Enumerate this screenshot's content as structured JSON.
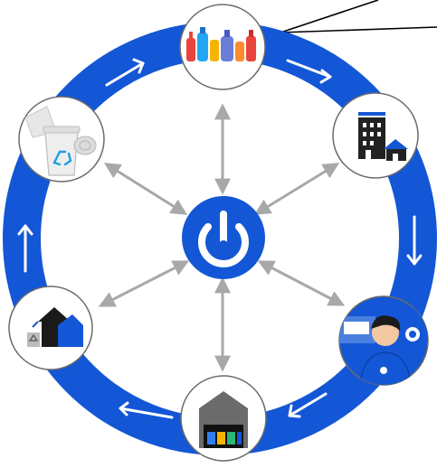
{
  "diagram": {
    "colors": {
      "ring": "#1357d6",
      "ring_arrow": "#ffffff",
      "spoke": "#a8a8a8",
      "node_border": "#6b6b6b",
      "node_fill": "#ffffff",
      "hub": "#1357d6",
      "callout_line": "#000000"
    },
    "hub": {
      "icon": "power-logo-icon"
    },
    "nodes": [
      {
        "id": "products",
        "icon": "bottles-icon"
      },
      {
        "id": "buildings",
        "icon": "buildings-icon"
      },
      {
        "id": "collector",
        "icon": "collector-person-icon"
      },
      {
        "id": "warehouse",
        "icon": "warehouse-bins-icon"
      },
      {
        "id": "sorting-home",
        "icon": "recycling-house-icon"
      },
      {
        "id": "recycled",
        "icon": "recycling-bin-icon"
      }
    ],
    "ring_arrows": 6,
    "spokes": 6,
    "bidirectional_spokes": true
  }
}
